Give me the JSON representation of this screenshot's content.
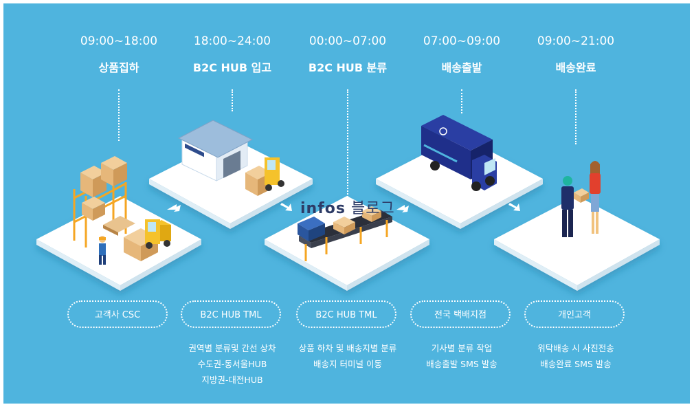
{
  "steps": [
    {
      "time": "09:00~18:00",
      "title": "상품집하",
      "box": "고객사 CSC",
      "desc": []
    },
    {
      "time": "18:00~24:00",
      "title": "B2C HUB 입고",
      "box": "B2C HUB TML",
      "desc": [
        "권역별 분류및 간선 상차",
        "수도권-동서울HUB",
        "지방권-대전HUB"
      ]
    },
    {
      "time": "00:00~07:00",
      "title": "B2C HUB 분류",
      "box": "B2C HUB TML",
      "desc": [
        "상품 하차 및 배송지별 분류",
        "배송지 터미널 이동"
      ]
    },
    {
      "time": "07:00~09:00",
      "title": "배송출발",
      "box": "전국 택배지점",
      "desc": [
        "기사별 분류 작업",
        "배송출발 SMS 발송"
      ]
    },
    {
      "time": "09:00~21:00",
      "title": "배송완료",
      "box": "개인고객",
      "desc": [
        "위탁배송 시 사진전송",
        "배송완료  SMS 발송"
      ]
    }
  ],
  "watermark": {
    "latin": "infos",
    "korean": "블로그"
  },
  "colors": {
    "background": "#4fb4de",
    "platform": "#ffffff",
    "truck": "#1f2f8a",
    "box": "#e6b77a",
    "rack": "#f5a623"
  }
}
